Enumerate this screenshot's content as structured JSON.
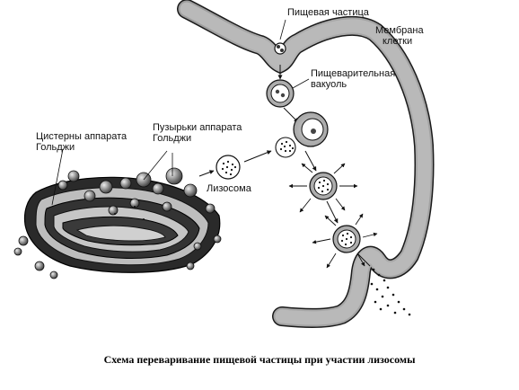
{
  "labels": {
    "food_particle": "Пищевая частица",
    "membrane_line1": "Мембрана",
    "membrane_line2": "клетки",
    "vacuole_line1": "Пищеварительная",
    "vacuole_line2": "вакуоль",
    "cisterns_line1": "Цистерны аппарата",
    "cisterns_line2": "Гольджи",
    "vesicles_line1": "Пузырьки аппарата",
    "vesicles_line2": "Гольджи",
    "lysosome": "Лизосома"
  },
  "caption": "Схема переваривание пищевой частицы при участии лизосомы"
}
